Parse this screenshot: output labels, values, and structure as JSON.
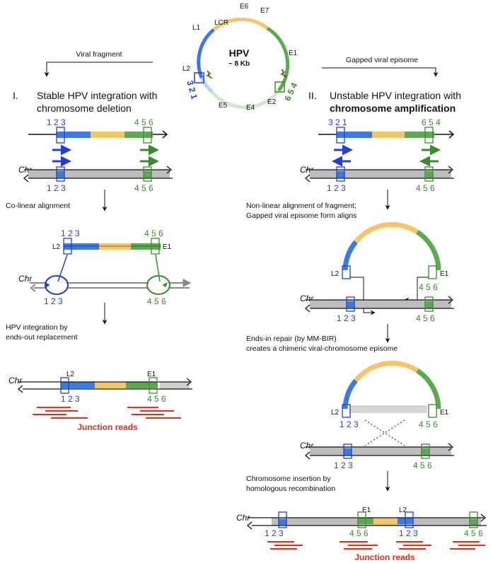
{
  "colors": {
    "blue": "#3a7be0",
    "blue_dark": "#1f3fd6",
    "yellow": "#f7c46a",
    "green": "#5aab4f",
    "green_dark": "#3a8c2f",
    "red": "#e0301e",
    "grey": "#bdbdbd"
  },
  "circle": {
    "title": "HPV",
    "size": "~ 8 Kb",
    "labels": {
      "lcr": "LCR",
      "e6": "E6",
      "e7": "E7",
      "l1": "L1",
      "l2": "L2",
      "e1": "E1",
      "e2": "E2",
      "e4": "E4",
      "e5": "E5"
    },
    "nums_left": "3 2 1",
    "nums_right": "6 5 4"
  },
  "left": {
    "arrow_label": "Viral fragment",
    "heading_roman": "I.",
    "heading_line1": "Stable HPV integration with",
    "heading_line2": "chromosome deletion",
    "nums_123": "1 2 3",
    "nums_456": "4 5 6",
    "chr": "Chr",
    "step1": "Co-linear alignment",
    "l2": "L2",
    "e1": "E1",
    "step2_line1": "HPV integration by",
    "step2_line2": "ends-out replacement",
    "junction": "Junction reads"
  },
  "right": {
    "arrow_label": "Gapped viral episome",
    "heading_roman": "II.",
    "heading_line1": "Unstable HPV integration with",
    "heading_line2": "chromosome amplification",
    "nums_321": "3 2 1",
    "nums_654": "6 5 4",
    "nums_123": "1 2 3",
    "nums_456": "4 5 6",
    "chr": "Chr",
    "step1_line1": "Non-linear alignment of fragment;",
    "step1_line2": "Gapped viral episome form aligns",
    "l2": "L2",
    "e1": "E1",
    "step2_line1": "Ends-in repair (by MM-BIR)",
    "step2_line2": "creates a chimeric viral-chromosome episome",
    "step3_line1": "Chromosome insertion by",
    "step3_line2": "homologous recombination",
    "junction": "Junction reads"
  }
}
